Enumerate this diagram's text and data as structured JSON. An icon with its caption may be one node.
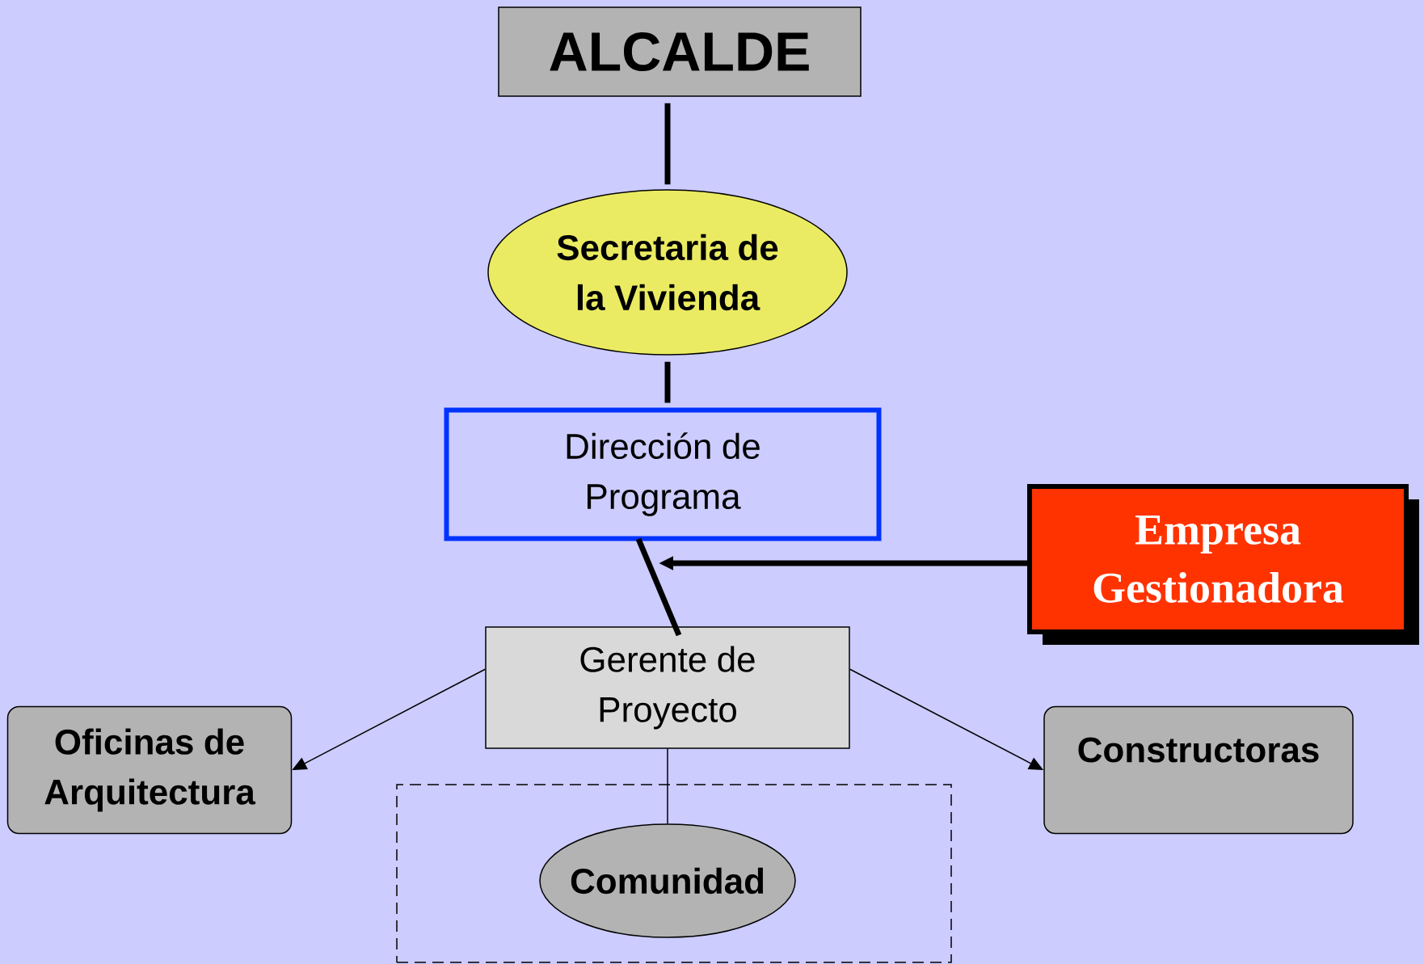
{
  "diagram": {
    "nodes": [
      {
        "text": [
          "ALCALDE"
        ]
      },
      {
        "text": [
          "Secretaria de la Vivienda"
        ]
      },
      {
        "text": [
          "Dirección de Programa"
        ]
      },
      {
        "text": [
          "Empresa Gestionadora"
        ]
      },
      {
        "text": [
          "Gerente de Proyecto"
        ]
      },
      {
        "text": [
          "Oficinas de Arquitectura"
        ]
      },
      {
        "text": [
          "Constructoras"
        ]
      },
      {
        "text": [],
        "shape": "box"
      },
      {
        "text": [
          "Comunidad"
        ],
        "in": 7
      }
    ],
    "edges": [
      {
        "from": 0,
        "to": 1,
        "arrow": "none"
      },
      {
        "from": 1,
        "to": 2,
        "arrow": "none"
      },
      {
        "from": 2,
        "to": 4,
        "arrow": "none"
      },
      {
        "from": 3,
        "to": 2,
        "arrow": "to"
      },
      {
        "from": 4,
        "to": 5,
        "arrow": "to"
      },
      {
        "from": 4,
        "to": 6,
        "arrow": "to"
      },
      {
        "from": 4,
        "to": 8,
        "arrow": "none"
      }
    ]
  }
}
